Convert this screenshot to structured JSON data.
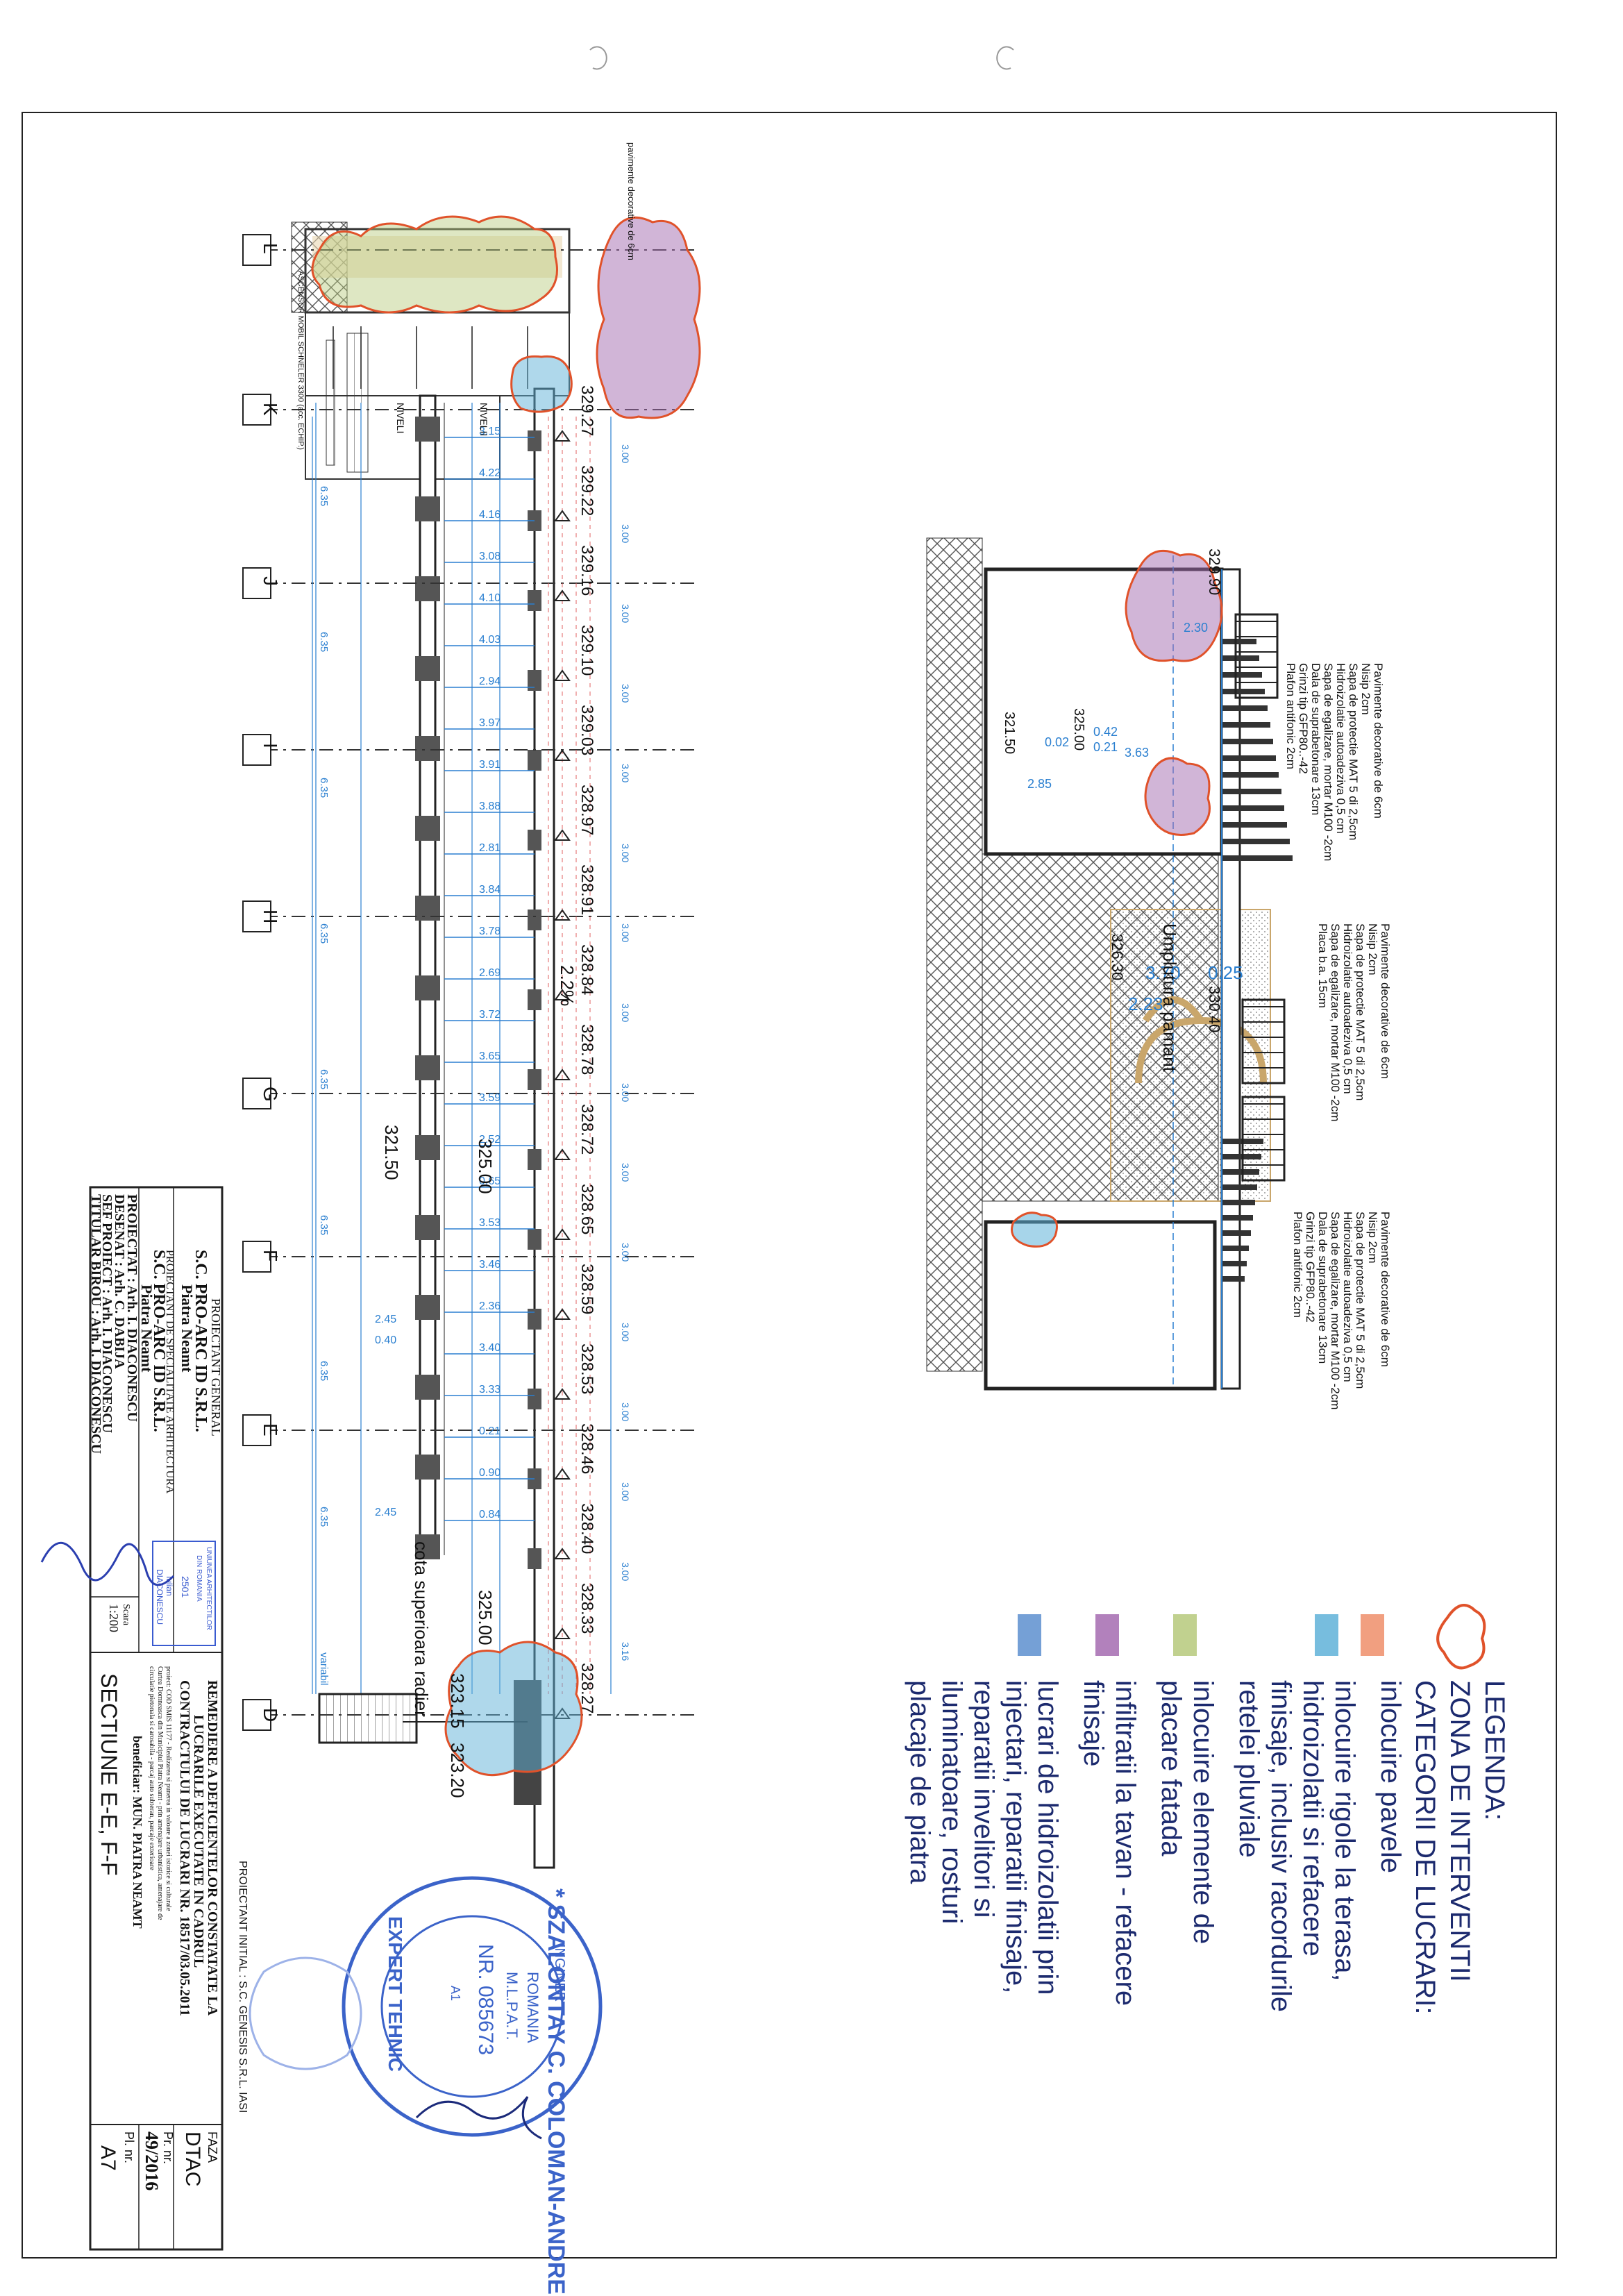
{
  "legend": {
    "title": "LEGENDA:",
    "zona": "ZONA DE INTERVENTII",
    "categorii": "CATEGORII DE LUCRARI:",
    "items": [
      {
        "color": "#ef8e6a",
        "lines": [
          "inlocuire pavele"
        ]
      },
      {
        "color": "#5fb2d8",
        "lines": [
          "inlocuire rigole la terasa,",
          "hidroizolatii si refacere",
          "finisaje, inclusiv racordurile",
          "retelei pluviale"
        ]
      },
      {
        "color": "#b6c97b",
        "lines": [
          "inlocuire elemente de",
          "placare fatada"
        ]
      },
      {
        "color": "#a46bb0",
        "lines": [
          "infiltratii la tavan - refacere",
          "finisaje"
        ]
      },
      {
        "color": "#5d8fcf",
        "lines": [
          "lucrari de hidroizolatii prin",
          "injectari, reparatii finisaje,",
          "reparatii invelitori si",
          "iluminatoare, rosturi",
          "placaje de piatra"
        ]
      }
    ]
  },
  "grid_axes": [
    "L",
    "K",
    "J",
    "I",
    "H",
    "G",
    "F",
    "E",
    "D"
  ],
  "elevations": [
    "329.27",
    "329.22",
    "329.16",
    "329.10",
    "329.03",
    "328.97",
    "328.91",
    "328.84",
    "328.78",
    "328.72",
    "328.65",
    "328.59",
    "328.53",
    "328.46",
    "328.40",
    "328.33",
    "328.27"
  ],
  "section_dims": [
    "3.15",
    "4.22",
    "4.16",
    "3.08",
    "4.10",
    "4.03",
    "2.94",
    "3.97",
    "3.91",
    "3.88",
    "2.81",
    "3.84",
    "3.78",
    "2.69",
    "3.72",
    "3.65",
    "3.59",
    "2.52",
    "0.65",
    "3.53",
    "3.46",
    "2.36",
    "3.40",
    "3.33",
    "0.21",
    "0.90",
    "0.84"
  ],
  "misc_levels": {
    "l321": "321.50",
    "l325a": "325.00",
    "l325b": "325.00",
    "slope": "2.2%",
    "radier": "cota superioara radier",
    "radier_level": "323.15",
    "radier_level2": "323.20",
    "d245a": "2.45",
    "d245b": "2.45",
    "d040": "0.40"
  },
  "vertical_dims": [
    "3.00",
    "3.00",
    "3.00",
    "3.00",
    "3.00",
    "3.00",
    "3.00",
    "3.00",
    "3.00",
    "3.00",
    "3.00",
    "3.00",
    "3.00",
    "3.00",
    "3.00",
    "3.16"
  ],
  "long_dims": [
    "6.35",
    "6.35",
    "6.35",
    "6.35",
    "6.35",
    "6.35",
    "6.35",
    "6.35",
    "variabil"
  ],
  "niveluri": [
    "NIVELII",
    "NIVELI"
  ],
  "detail": {
    "elev_top": "329.90",
    "elev_left_a": "326.30",
    "elev_left_b": "325.00",
    "elev_mid": "330.40",
    "elev_bottom": "321.50",
    "d370": "3.70",
    "d025": "0.25",
    "d223": "2.23",
    "d285": "2.85",
    "d363": "3.63",
    "d042": "0.42",
    "d021": "0.21",
    "d002": "0.02",
    "d230": "2.30",
    "umplutura": "Umplutura pamant",
    "layers_top": [
      "Pavimente decorative de 6cm",
      "Nisip 2cm",
      "Sapa de protectie MAT 5 di 2,5cm",
      "Hidroizolatie autoadeziva 0,5 cm",
      "Sapa de egalizare, mortar M100 -2cm",
      "Dala de suprabetonare 13cm",
      "Grinzi tip GFP80..-42",
      "Plafon antifonic 2cm"
    ],
    "layers_mid": [
      "Pavimente decorative de 6cm",
      "Nisip 2cm",
      "Sapa de protectie MAT 5 di 2,5cm",
      "Hidroizolatie autoadeziva 0,5 cm",
      "Sapa de egalizare, mortar M100 -2cm",
      "Placa b.a. 15cm"
    ],
    "layers_right": [
      "Pavimente decorative de 6cm",
      "Nisip 2cm",
      "Sapa de protectie MAT 5 di 2,5cm",
      "Hidroizolatie autoadeziva 0,5 cm",
      "Sapa de egalizare, mortar M100 -2cm",
      "Dala de suprabetonare 13cm",
      "Grinzi tip GFP80..-42",
      "Plafon antifonic 2cm"
    ]
  },
  "title_block": {
    "proiectant_general": "PROIECTANT GENERAL",
    "firma1": "S.C. PRO-ARC ID S.R.L.",
    "oras1": "Piatra Neamt",
    "proiectant_spec": "PROIECTANT DE SPECIALITATE ARHITECTURA",
    "firma2": "S.C. PRO-ARC ID S.R.L.",
    "oras2": "Piatra Neamt",
    "proiectat": "PROIECTAT : Arh. I. DIACONESCU",
    "desenat": "DESENAT   : Arh. C. DABIJA",
    "sef_proiect": "SEF PROIECT : Arh. I. DIACONESCU",
    "titular": "TITULAR BIROU : Arh. I. DIACONESCU",
    "scara_label": "Scara",
    "scara": "1:200",
    "lucrare_1": "REMEDIERE A DEFICIENTELOR CONSTATATE LA",
    "lucrare_2": "LUCRARILE EXECUTATE IN CADRUL",
    "lucrare_3": "CONTRACTULUI DE LUCRARI NR. 18517/03.05.2011",
    "proiect_desc_1": "proiect: COD SMIS 11177 - Realizarea si punerea in valoare a zonei istorice si culturale",
    "proiect_desc_2": "Curtea Domneasca din Municipiul Piatra Neamt - prin amenajare urbanistica, amenajare de",
    "proiect_desc_3": "circulatie pietonala si carosabila - parcaj auto subteran, parcaje exterioare",
    "beneficiar": "beneficiar: MUN. PIATRA NEAMT",
    "sectiune": "SECTIUNE E-E, F-F",
    "faza_label": "FAZA",
    "faza": "DTAC",
    "pr_nr_label": "Pr. nr.",
    "pr_nr": "49/2016",
    "pl_nr_label": "Pl. nr.",
    "pl_nr": "A7",
    "proiectant_initial": "PROIECTANT INITIAL : S.C. GENESIS S.R.L. IASI"
  },
  "stamp": {
    "ring": "* SZALONTAY C. COLOMAN-ANDREI *",
    "country": "ROMANIA",
    "mlpat": "M.L.P.A.T.",
    "nr": "NR. 085673",
    "inginer": "INGINER",
    "a1": "A1",
    "expert": "EXPERT TEHNIC",
    "small1": "UNIUNEA ARHITECTILOR",
    "small2": "DIN ROMANIA",
    "small3": "2501",
    "small4": "Iulian",
    "small5": "DIACONESCU"
  }
}
